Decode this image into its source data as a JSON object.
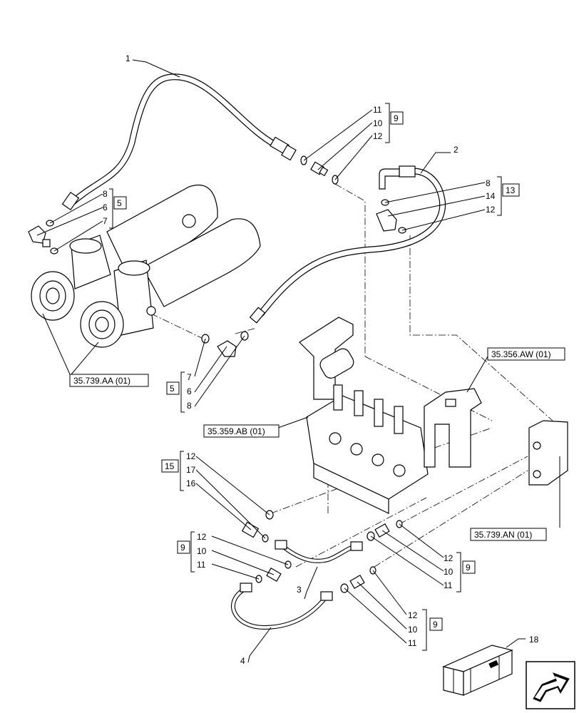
{
  "callouts": {
    "c1": "1",
    "c2": "2",
    "c3": "3",
    "c4": "4",
    "c18": "18",
    "g_top": {
      "n1": "11",
      "n2": "10",
      "n3": "12",
      "ref": "9"
    },
    "g_right13": {
      "n1": "8",
      "n2": "14",
      "n3": "12",
      "ref": "13"
    },
    "g_left5": {
      "n1": "8",
      "n2": "6",
      "n3": "7",
      "ref": "5"
    },
    "g_mid5": {
      "n1": "7",
      "n2": "6",
      "n3": "8",
      "ref": "5"
    },
    "g_15": {
      "n1": "12",
      "n2": "17",
      "n3": "16",
      "ref": "15"
    },
    "g_left9": {
      "n1": "12",
      "n2": "10",
      "n3": "11",
      "ref": "9"
    },
    "g_r9a": {
      "n1": "12",
      "n2": "10",
      "n3": "11",
      "ref": "9"
    },
    "g_r9b": {
      "n1": "12",
      "n2": "10",
      "n3": "11",
      "ref": "9"
    }
  },
  "refs": {
    "aa": "35.739.AA (01)",
    "aw": "35.356.AW (01)",
    "ab": "35.359.AB (01)",
    "an": "35.739.AN (01)"
  },
  "icons": {
    "kit": "kit-crate-icon",
    "nav": "next-page-arrow-icon"
  }
}
